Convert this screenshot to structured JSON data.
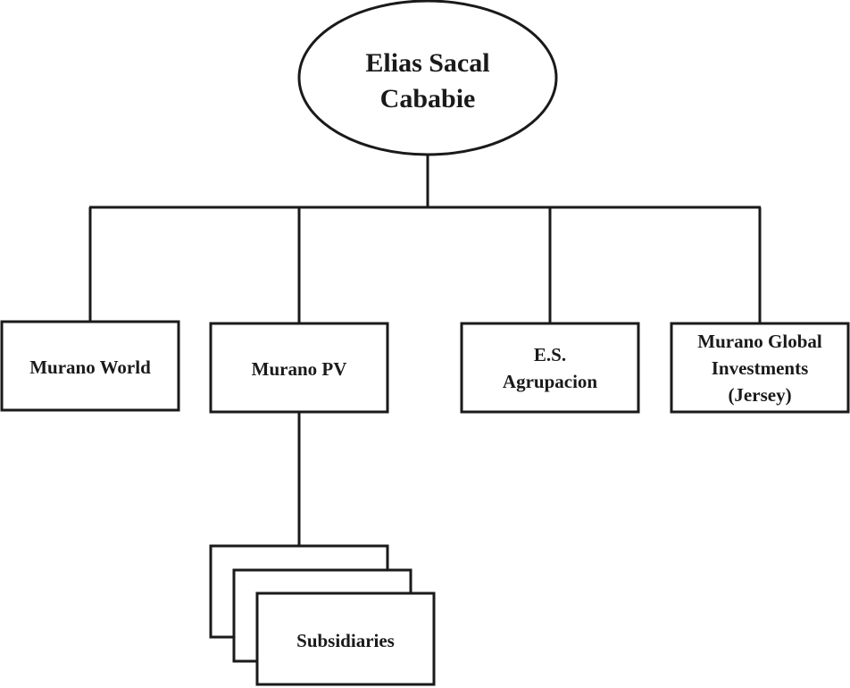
{
  "diagram": {
    "type": "organization-chart",
    "root": {
      "id": "root",
      "shape": "ellipse",
      "lines": [
        "Elias Sacal",
        "Cababie"
      ]
    },
    "children": [
      {
        "id": "murano-world",
        "shape": "rectangle",
        "lines": [
          "Murano World"
        ]
      },
      {
        "id": "murano-pv",
        "shape": "rectangle",
        "lines": [
          "Murano PV"
        ]
      },
      {
        "id": "es-agrupacion",
        "shape": "rectangle",
        "lines": [
          "E.S.",
          "Agrupacion"
        ]
      },
      {
        "id": "murano-global",
        "shape": "rectangle",
        "lines": [
          "Murano Global",
          "Investments",
          "(Jersey)"
        ]
      }
    ],
    "grandchildren": [
      {
        "id": "subsidiaries",
        "parent": "murano-pv",
        "shape": "stacked-rectangles",
        "stack_count": 3,
        "lines": [
          "Subsidiaries"
        ]
      }
    ],
    "colors": {
      "stroke": "#1a1a1a",
      "fill": "#ffffff",
      "text": "#1a1a1a"
    }
  }
}
